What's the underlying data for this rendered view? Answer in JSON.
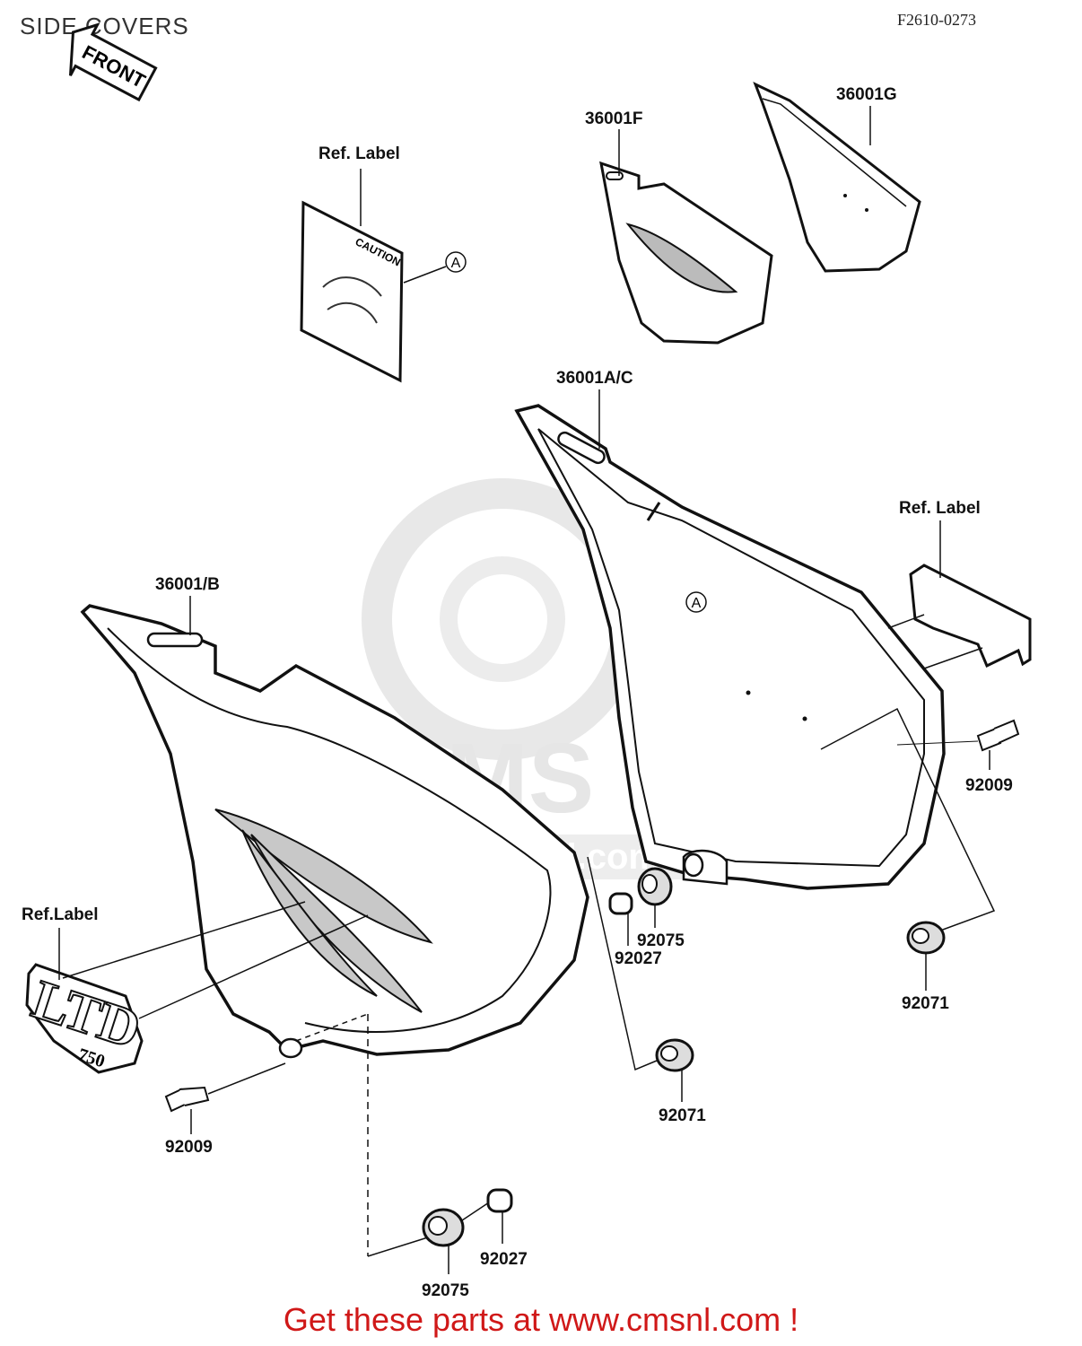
{
  "page_title": "SIDE COVERS",
  "figure_code": "F2610-0273",
  "front_arrow_label": "FRONT",
  "caution_label_text": "CAUTION",
  "emblem_text": "LTD",
  "emblem_sub": "750",
  "watermark": {
    "brand": "CMS",
    "url": "www.cmsnl.com"
  },
  "ref_marker": "A",
  "callouts": {
    "ref_label_top": "Ref. Label",
    "part_36001F": "36001F",
    "part_36001G": "36001G",
    "part_36001AC": "36001A/C",
    "ref_label_right": "Ref. Label",
    "part_36001B": "36001/B",
    "ref_label_left": "Ref.Label",
    "bolt_right": "92009",
    "grommet_mid": "92075",
    "collar_mid": "92027",
    "grommet_right": "92071",
    "grommet_lower": "92071",
    "bolt_left": "92009",
    "collar_bottom": "92027",
    "grommet_bottom": "92075"
  },
  "promo_text": "Get these parts at www.cmsnl.com !",
  "colors": {
    "promo": "#d01818",
    "ink": "#111111",
    "watermark": "#e6e6e6"
  }
}
